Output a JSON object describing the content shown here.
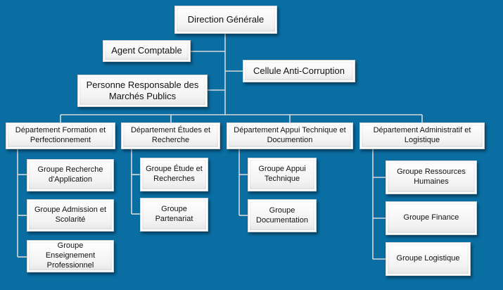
{
  "colors": {
    "background": "#0a6ea3",
    "connector": "#d9d9d9",
    "box": "#f4f4f4"
  },
  "top": {
    "direction": "Direction Générale",
    "agent": "Agent Comptable",
    "cellule": "Cellule Anti-Corruption",
    "personne": "Personne Responsable des Marchés Publics"
  },
  "departments": [
    {
      "name": "Département Formation et Perfectionnement",
      "groups": [
        "Groupe Recherche d'Application",
        "Groupe Admission et Scolarité",
        "Groupe Enseignement Professionnel"
      ]
    },
    {
      "name": "Département Études et Recherche",
      "groups": [
        "Groupe Étude et Recherches",
        "Groupe Partenariat"
      ]
    },
    {
      "name": "Département Appui Technique et Documention",
      "groups": [
        "Groupe Appui Technique",
        "Groupe Documentation"
      ]
    },
    {
      "name": "Département Administratif et Logistique",
      "groups": [
        "Groupe Ressources Humaines",
        "Groupe Finance",
        "Groupe Logistique"
      ]
    }
  ]
}
